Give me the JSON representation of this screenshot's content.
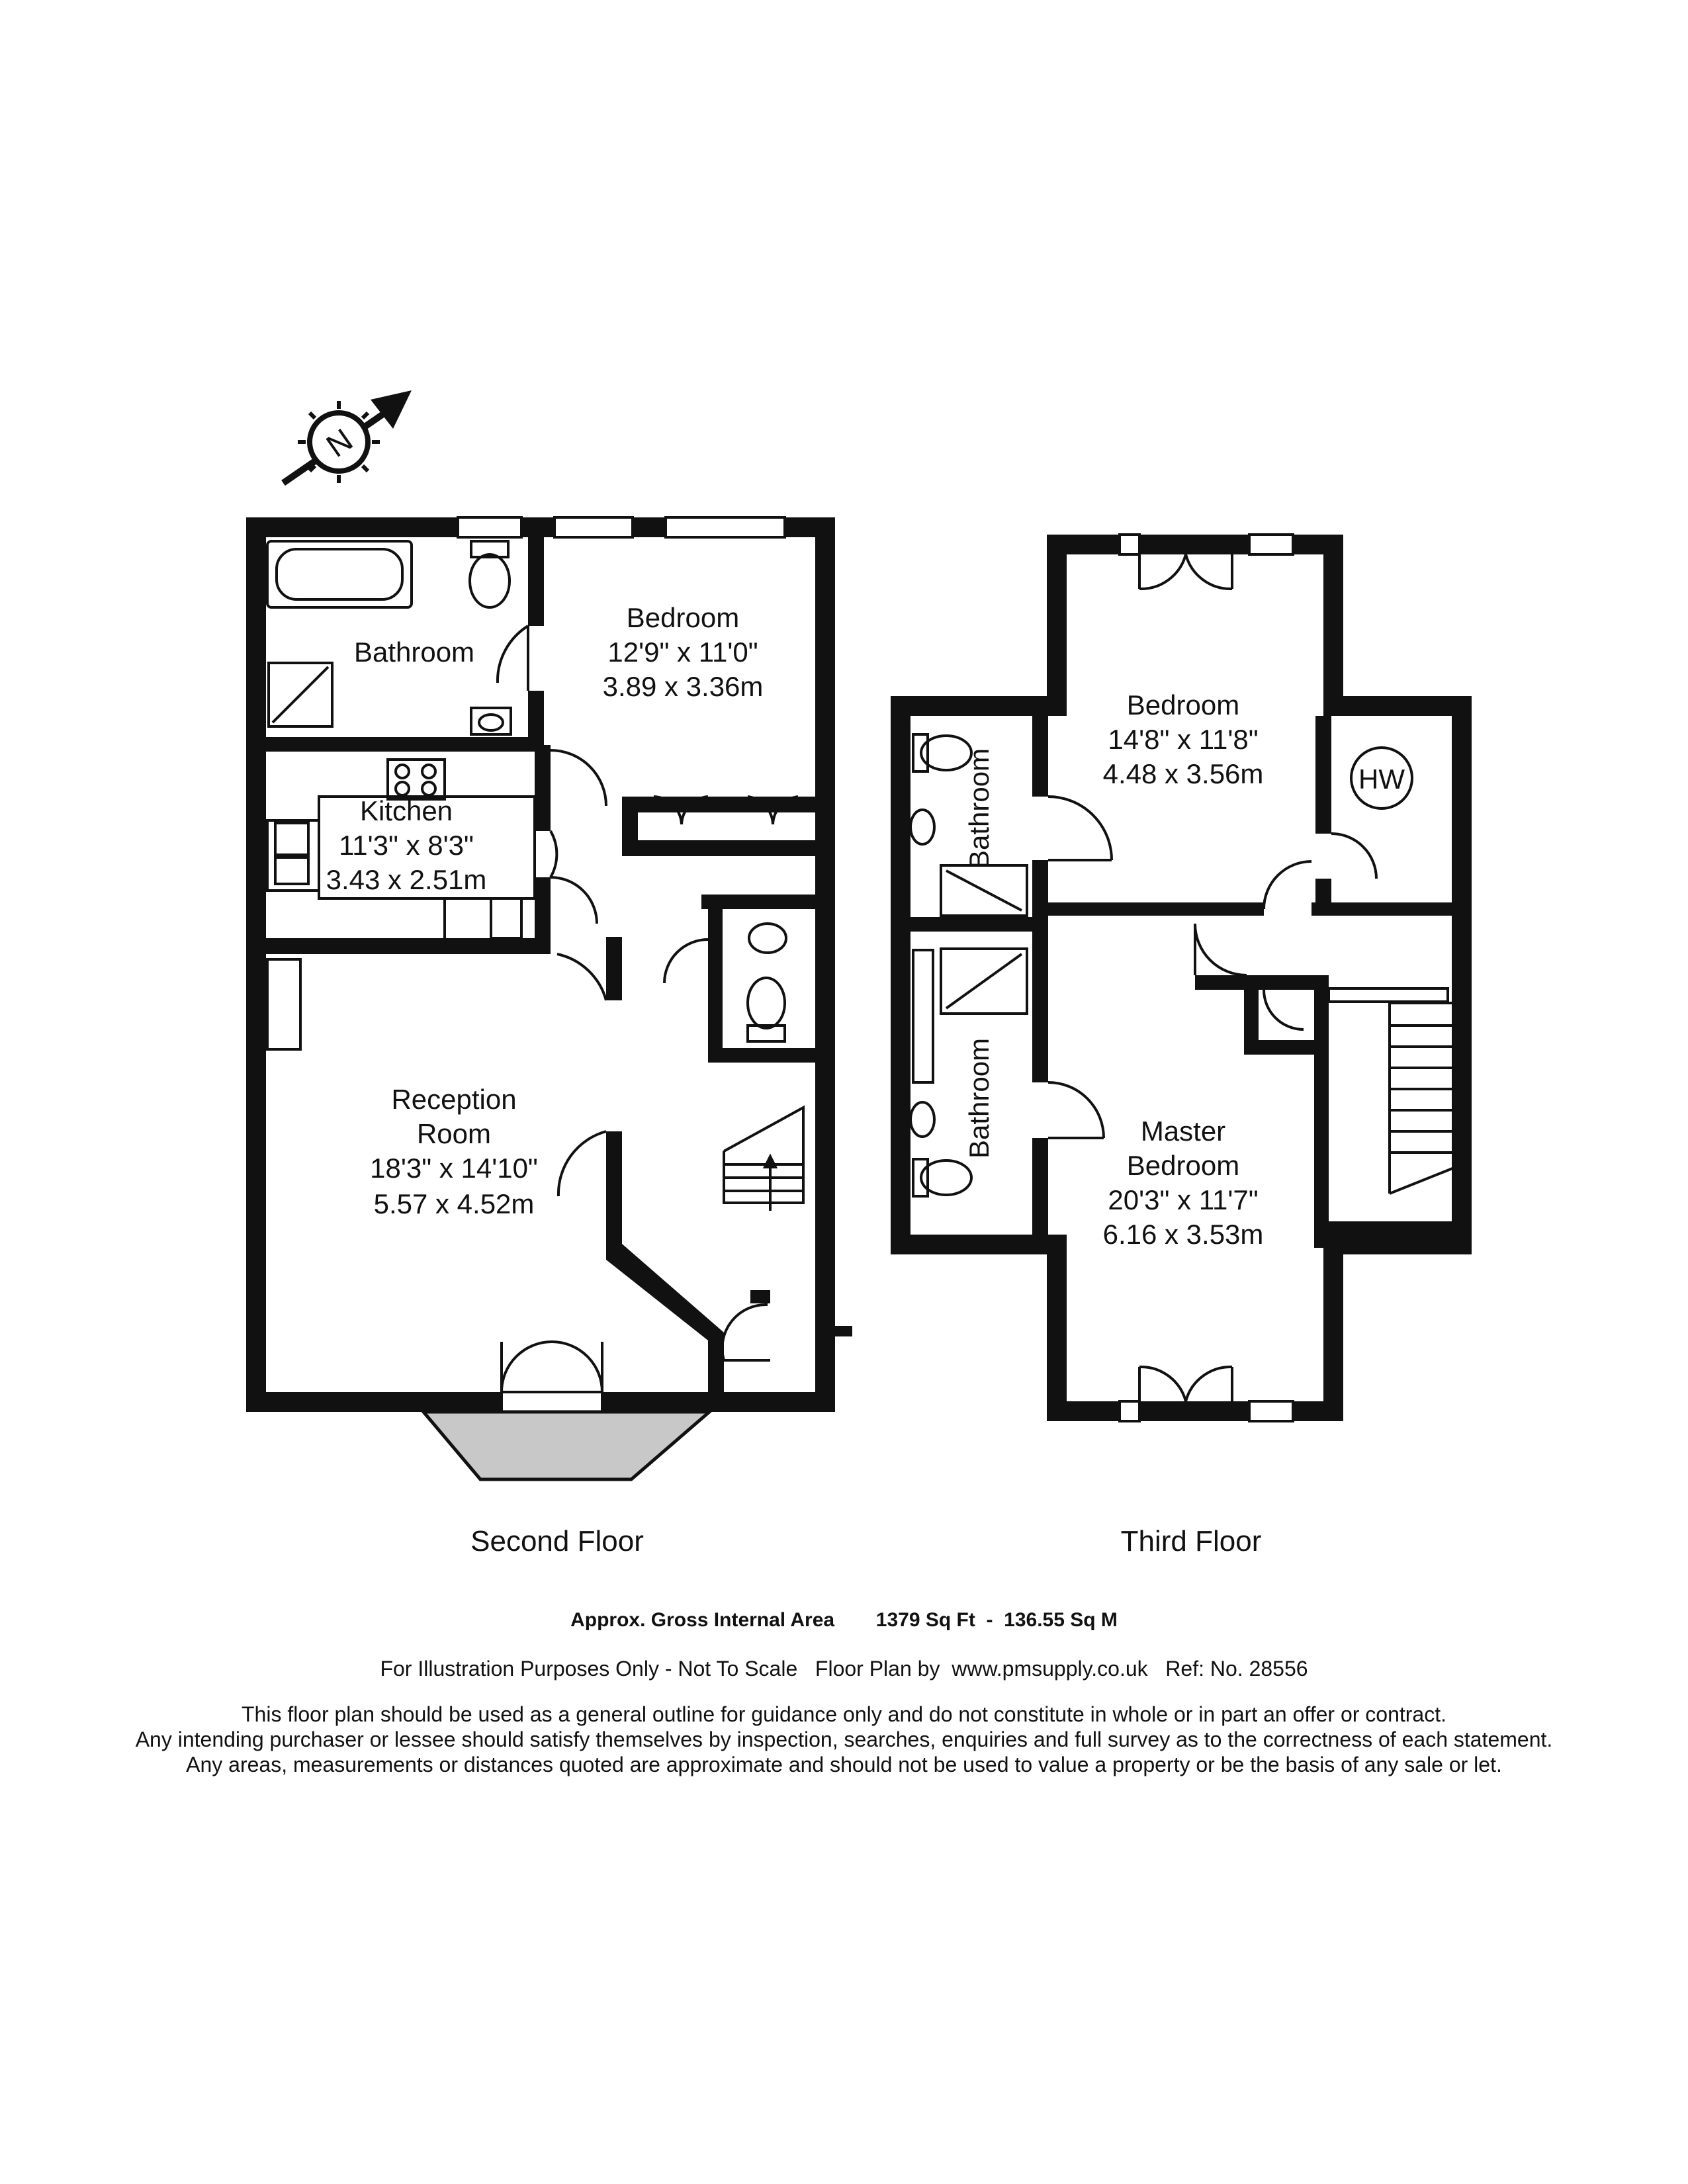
{
  "compass": {
    "letter": "N",
    "icon": "compass-north-arrow-icon"
  },
  "floors": [
    {
      "label": "Second Floor",
      "rooms": [
        {
          "name": "Bedroom",
          "dim_imperial": "12'9\" x 11'0\"",
          "dim_metric": "3.89 x 3.36m"
        },
        {
          "name": "Bathroom"
        },
        {
          "name": "Kitchen",
          "dim_imperial": "11'3\" x 8'3\"",
          "dim_metric": "3.43 x 2.51m"
        },
        {
          "name_line1": "Reception",
          "name_line2": "Room",
          "dim_imperial": "18'3\" x 14'10\"",
          "dim_metric": "5.57 x 4.52m"
        }
      ]
    },
    {
      "label": "Third Floor",
      "rooms": [
        {
          "name": "Bedroom",
          "dim_imperial": "14'8\" x 11'8\"",
          "dim_metric": "4.48 x 3.56m"
        },
        {
          "name": "Bathroom"
        },
        {
          "name": "Bathroom"
        },
        {
          "name_line1": "Master",
          "name_line2": "Bedroom",
          "dim_imperial": "20'3\" x 11'7\"",
          "dim_metric": "6.16 x 3.53m"
        },
        {
          "name": "HW"
        }
      ]
    }
  ],
  "footer": {
    "area_label": "Approx. Gross Internal Area",
    "area_sqft": "1379 Sq Ft  -  136.55 Sq M",
    "illustration_line": "For Illustration Purposes Only - Not To Scale   Floor Plan by  www.pmsupply.co.uk   Ref: No. 28556",
    "disclaimer": [
      "This floor plan should be used as a general outline for guidance only and do not constitute in whole or in part an offer or contract.",
      "Any intending purchaser or lessee should satisfy themselves by inspection, searches, enquiries and full survey as to the correctness of each statement.",
      "Any areas, measurements or distances quoted are approximate and should not be used to value a property or be the basis of any sale or let."
    ]
  },
  "colors": {
    "wall": "#111111",
    "balcony": "#c8c8c8",
    "background": "#ffffff"
  }
}
